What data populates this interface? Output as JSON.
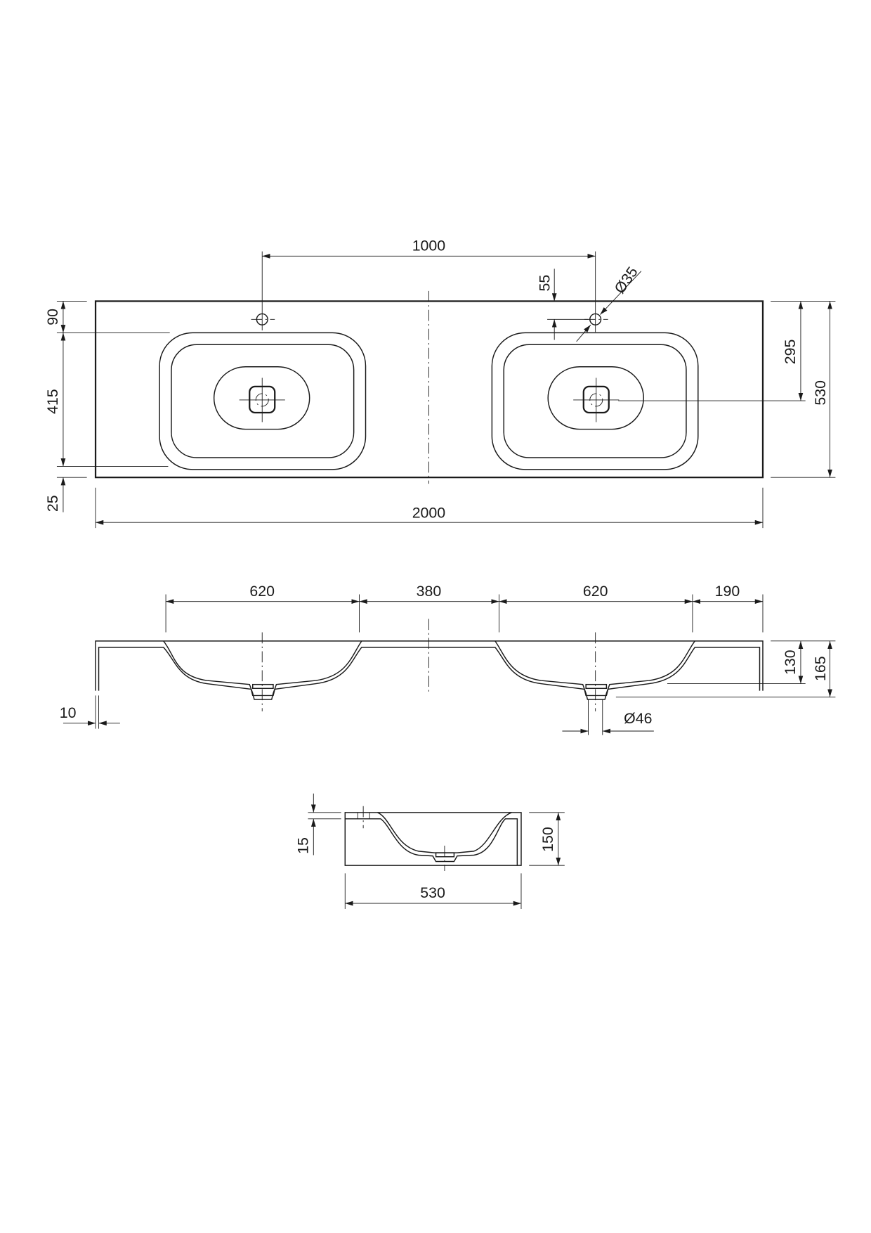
{
  "top_view": {
    "dim_tap_spacing": "1000",
    "dim_tap_offset": "55",
    "dim_tap_hole": "Ø35",
    "dim_edge_to_basin": "90",
    "dim_basin_depth": "415",
    "dim_basin_to_front": "25",
    "dim_drain_offset": "295",
    "dim_depth": "530",
    "dim_width": "2000"
  },
  "side_view": {
    "dim_basin_left": "620",
    "dim_gap": "380",
    "dim_basin_right": "620",
    "dim_end": "190",
    "dim_bowl_depth": "130",
    "dim_total_height": "165",
    "dim_wall": "10",
    "dim_drain": "Ø46"
  },
  "end_view": {
    "dim_top": "15",
    "dim_height": "150",
    "dim_depth": "530"
  }
}
